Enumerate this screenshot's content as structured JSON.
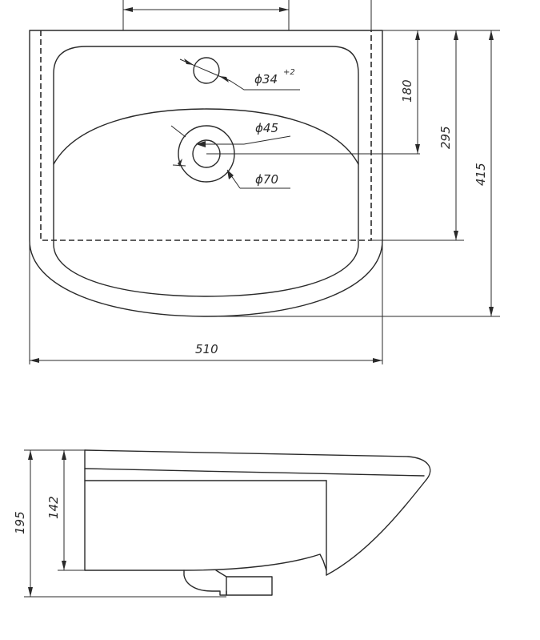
{
  "top_view": {
    "dims": {
      "width": "510",
      "depth_tap": "180",
      "depth_overflow": "295",
      "depth_total": "415",
      "tap_hole": "ϕ34",
      "tap_hole_tol": "+2",
      "drain_inner": "ϕ45",
      "drain_outer": "ϕ70"
    }
  },
  "side_view": {
    "dims": {
      "height_total": "195",
      "height_bowl": "142"
    }
  }
}
